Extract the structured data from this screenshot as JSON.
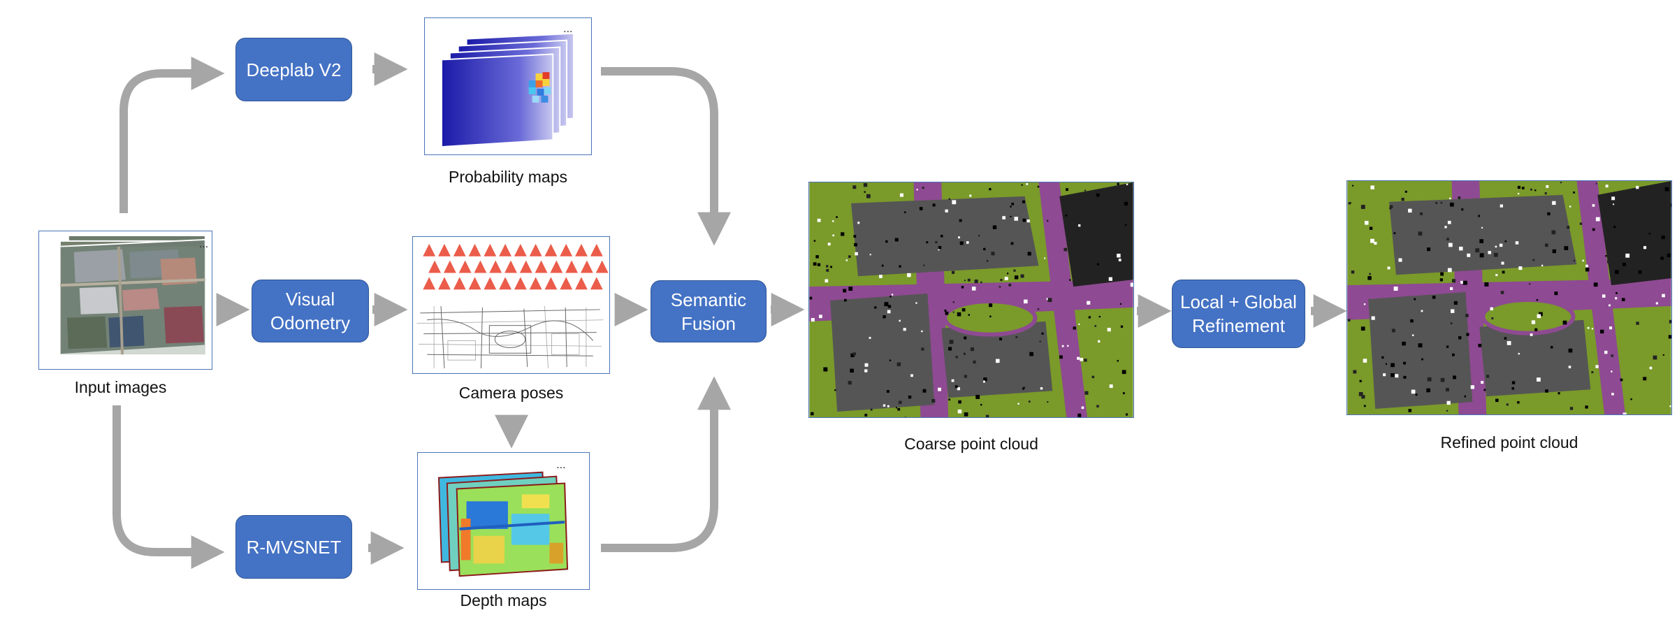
{
  "colors": {
    "node_fill": "#4472c4",
    "arrow": "#a6a6a6",
    "frame": "#4a74b8",
    "vegetation": "#7a9a2a",
    "building": "#555555",
    "road": "#8e4a92",
    "camera": "#e8402a"
  },
  "nodes": {
    "deeplab": "Deeplab V2",
    "visual_odometry": "Visual\nOdometry",
    "r_mvsnet": "R-MVSNET",
    "semantic_fusion": "Semantic\nFusion",
    "refinement": "Local + Global\nRefinement"
  },
  "captions": {
    "input_images": "Input images",
    "probability_maps": "Probability maps",
    "camera_poses": "Camera poses",
    "depth_maps": "Depth maps",
    "coarse_point_cloud": "Coarse point cloud",
    "refined_point_cloud": "Refined point cloud"
  },
  "stack_marker": "..."
}
